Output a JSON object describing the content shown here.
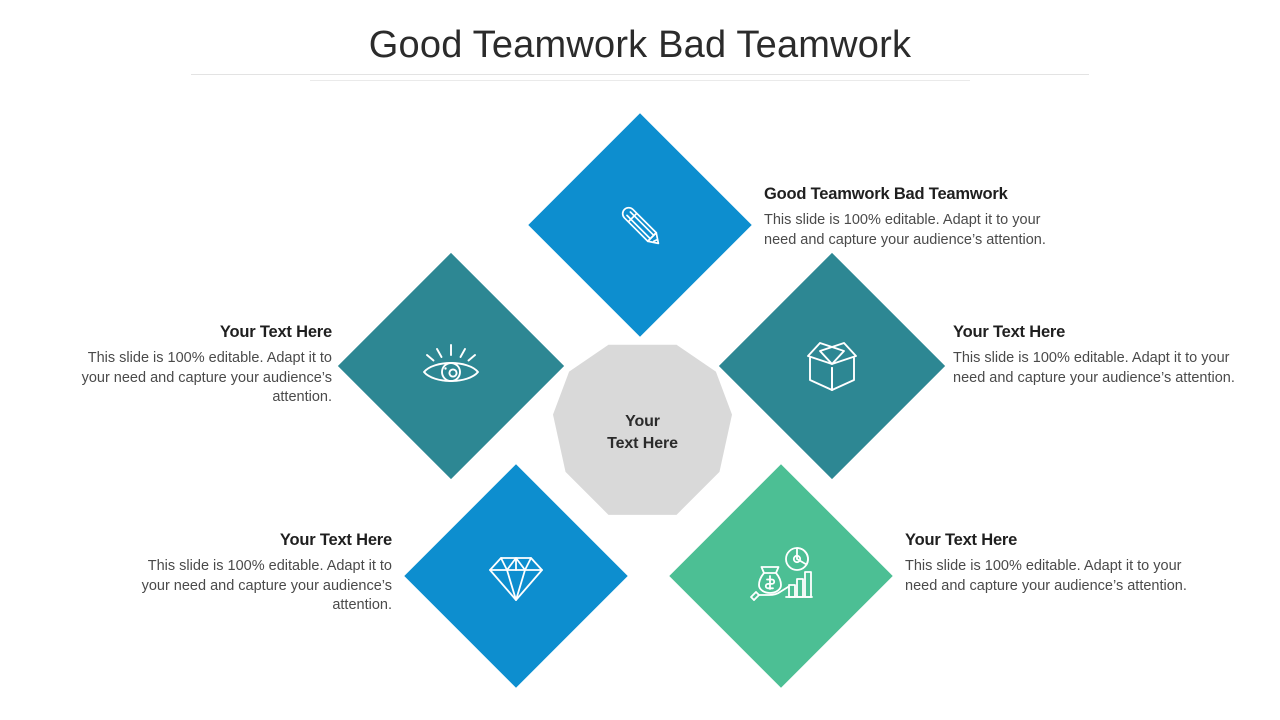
{
  "slide": {
    "title": "Good Teamwork Bad Teamwork",
    "background_color": "#ffffff"
  },
  "center": {
    "line1": "Your",
    "line2": "Text Here",
    "color": "#d9d9d9",
    "shape": "decagon"
  },
  "colors": {
    "blue": "#0d8ecf",
    "teal": "#2d8793",
    "green": "#4cbf94",
    "gray": "#d9d9d9",
    "title_text": "#2b2b2b",
    "heading_text": "#1f1f1f",
    "body_text": "#4a4a4a",
    "rule": "#e3e3e3"
  },
  "nodes": [
    {
      "id": "top",
      "icon": "pencil-icon",
      "color": "#0d8ecf",
      "heading": "Good Teamwork Bad Teamwork",
      "body": "This slide is 100% editable. Adapt it to your need and capture your audience’s attention.",
      "text_align": "left"
    },
    {
      "id": "left",
      "icon": "eye-icon",
      "color": "#2d8793",
      "heading": "Your Text Here",
      "body": "This slide is 100% editable. Adapt it to your need and capture your audience’s attention.",
      "text_align": "right"
    },
    {
      "id": "right",
      "icon": "open-box-icon",
      "color": "#2d8793",
      "heading": "Your Text Here",
      "body": "This slide is 100% editable. Adapt it to your need and capture your audience’s attention.",
      "text_align": "left"
    },
    {
      "id": "bottom-left",
      "icon": "gem-icon",
      "color": "#0d8ecf",
      "heading": "Your Text Here",
      "body": "This slide is 100% editable. Adapt it to your need and capture your audience’s attention.",
      "text_align": "right"
    },
    {
      "id": "bottom-right",
      "icon": "money-bag-chart-icon",
      "color": "#4cbf94",
      "heading": "Your Text Here",
      "body": "This slide is 100% editable. Adapt it to your need and capture your audience’s attention.",
      "text_align": "left"
    }
  ]
}
